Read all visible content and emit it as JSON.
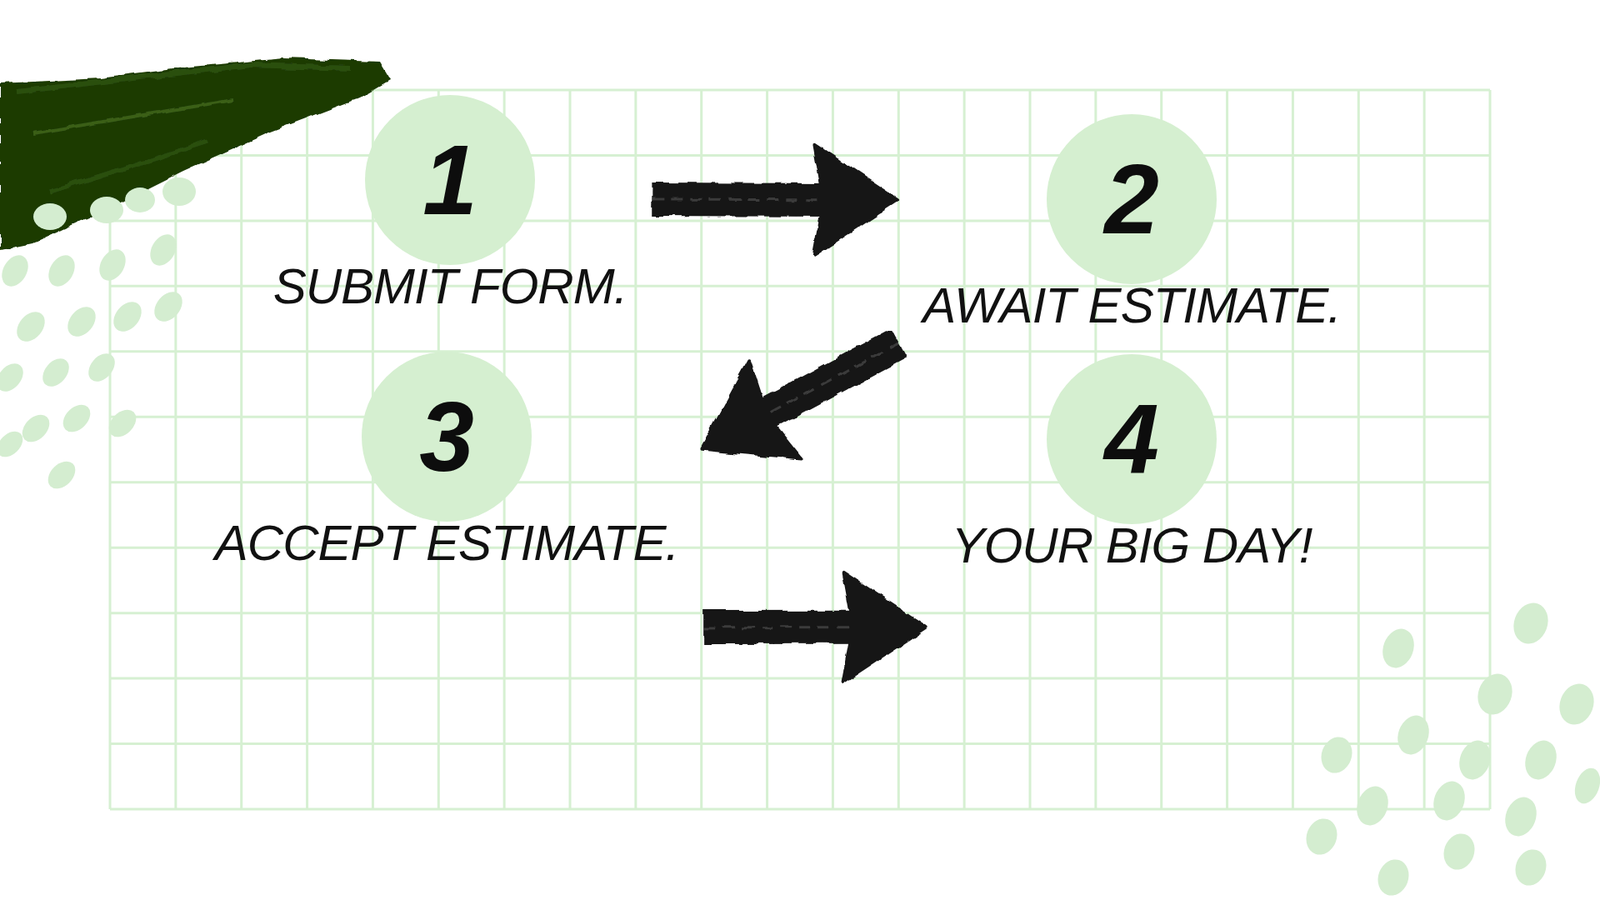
{
  "diagram": {
    "nodes": [
      {
        "text": [
          "1",
          "SUBMIT FORM."
        ]
      },
      {
        "text": [
          "2",
          "AWAIT ESTIMATE."
        ]
      },
      {
        "text": [
          "3",
          "ACCEPT ESTIMATE."
        ]
      },
      {
        "text": [
          "4",
          "YOUR BIG DAY!"
        ]
      }
    ],
    "edges": [
      {
        "from": 0,
        "to": 1,
        "arrow": "to"
      },
      {
        "from": 1,
        "to": 2,
        "arrow": "to"
      },
      {
        "from": 2,
        "to": 3,
        "arrow": "to"
      }
    ]
  }
}
